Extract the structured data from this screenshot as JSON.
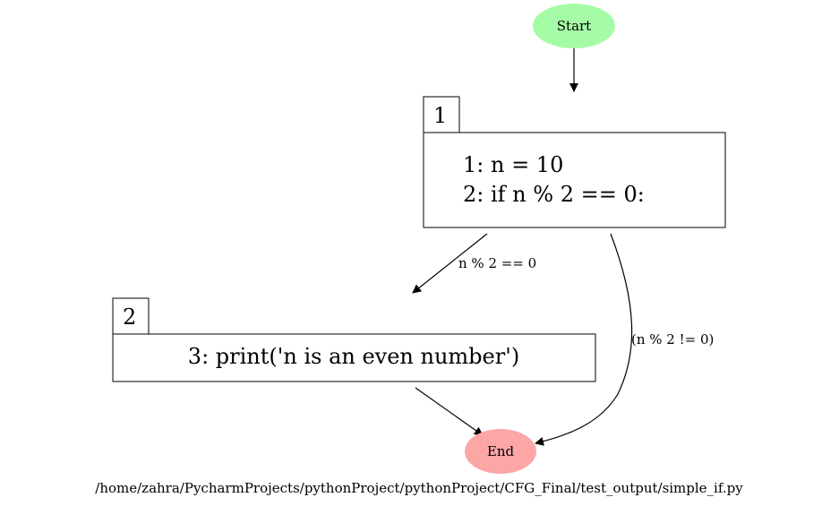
{
  "start_node": {
    "label": "Start",
    "color": "#a6fca6"
  },
  "end_node": {
    "label": "End",
    "color": "#fca6a6"
  },
  "blocks": [
    {
      "id": "1",
      "lines": [
        "1: n = 10",
        "2: if n % 2 == 0:"
      ]
    },
    {
      "id": "2",
      "lines": [
        "3: print('n is an even number')"
      ]
    }
  ],
  "edges": [
    {
      "from": "start",
      "to": "1",
      "label": ""
    },
    {
      "from": "1",
      "to": "2",
      "label": "n % 2 == 0"
    },
    {
      "from": "1",
      "to": "end",
      "label": "(n % 2 != 0)"
    },
    {
      "from": "2",
      "to": "end",
      "label": ""
    }
  ],
  "caption": "/home/zahra/PycharmProjects/pythonProject/pythonProject/CFG_Final/test_output/simple_if.py"
}
